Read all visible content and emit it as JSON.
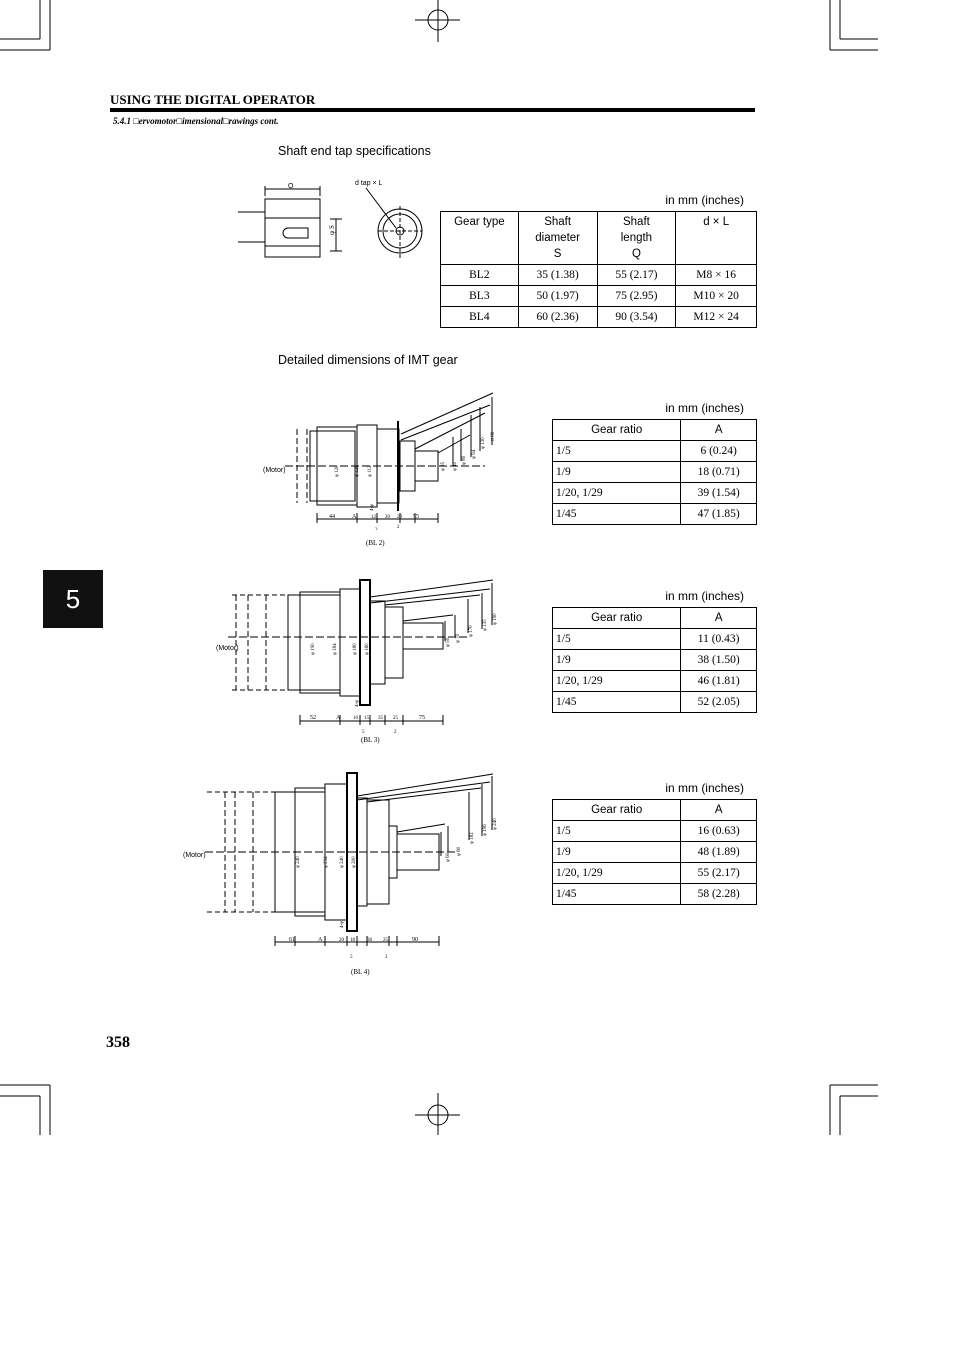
{
  "header": {
    "title": "USING THE DIGITAL OPERATOR",
    "subtitle": "5.4.1 □ervomotor□imensional□rawings cont."
  },
  "shaft_tap": {
    "heading": "Shaft end tap specifications",
    "unit": "in mm (inches)",
    "diagram_labels": {
      "q": "Q",
      "dtap": "d tap × L",
      "phi_s": "φ S"
    },
    "columns": [
      "Gear type",
      "Shaft diameter S",
      "Shaft length Q",
      "d × L"
    ],
    "col_lines": [
      [
        "Gear type"
      ],
      [
        "Shaft",
        "diameter",
        "S"
      ],
      [
        "Shaft",
        "length",
        "Q"
      ],
      [
        "d × L"
      ]
    ],
    "rows": [
      [
        "BL2",
        "35 (1.38)",
        "55 (2.17)",
        "M8 × 16"
      ],
      [
        "BL3",
        "50 (1.97)",
        "75 (2.95)",
        "M10 × 20"
      ],
      [
        "BL4",
        "60 (2.36)",
        "90 (3.54)",
        "M12 × 24"
      ]
    ]
  },
  "imt": {
    "heading": "Detailed dimensions of IMT gear",
    "gears": [
      {
        "unit": "in mm (inches)",
        "columns": [
          "Gear ratio",
          "A"
        ],
        "rows": [
          [
            "1/5",
            "6 (0.24)"
          ],
          [
            "1/9",
            "18 (0.71)"
          ],
          [
            "1/20, 1/29",
            "39 (1.54)"
          ],
          [
            "1/45",
            "47 (1.85)"
          ]
        ],
        "drawing": {
          "caption": "(BL 2)",
          "motor": "(Motor)",
          "bottom_dims": [
            "44",
            "A",
            "12",
            "20",
            "20",
            "55"
          ],
          "under_dims": [
            "3",
            "2"
          ],
          "diameters": [
            "φ 120",
            "φ 126",
            "φ 112",
            "φ 35",
            "φ 45",
            "φ 80",
            "φ 94",
            "φ 130",
            "□ 80"
          ],
          "other": [
            "4-φ"
          ]
        }
      },
      {
        "unit": "in mm (inches)",
        "columns": [
          "Gear ratio",
          "A"
        ],
        "rows": [
          [
            "1/5",
            "11 (0.43)"
          ],
          [
            "1/9",
            "38 (1.50)"
          ],
          [
            "1/20, 1/29",
            "46 (1.81)"
          ],
          [
            "1/45",
            "52 (2.05)"
          ]
        ],
        "drawing": {
          "caption": "(BL 3)",
          "motor": "(Motor)",
          "bottom_dims": [
            "52",
            "A",
            "16",
            "15",
            "35",
            "25",
            "75"
          ],
          "under_dims": [
            "5",
            "2"
          ],
          "diameters": [
            "φ 190",
            "φ 184",
            "φ 180",
            "φ 160",
            "φ 50",
            "φ 70",
            "φ 170",
            "φ 135",
            "φ 190"
          ],
          "other": [
            "4-φ"
          ]
        }
      },
      {
        "unit": "in mm (inches)",
        "columns": [
          "Gear ratio",
          "A"
        ],
        "rows": [
          [
            "1/5",
            "16 (0.63)"
          ],
          [
            "1/9",
            "48 (1.89)"
          ],
          [
            "1/20, 1/29",
            "55 (2.17)"
          ],
          [
            "1/45",
            "58 (2.28)"
          ]
        ],
        "drawing": {
          "caption": "(BL 4)",
          "motor": "(Motor)",
          "bottom_dims": [
            "61",
            "A",
            "20",
            "18",
            "38",
            "25",
            "90"
          ],
          "under_dims": [
            "5",
            "2"
          ],
          "diameters": [
            "φ 240",
            "φ 234",
            "φ 240",
            "φ 200",
            "φ 60",
            "φ 80",
            "φ 182",
            "φ 196",
            "φ 240"
          ],
          "other": [
            "4-φ"
          ]
        }
      }
    ]
  },
  "tab": {
    "chapter": "5"
  },
  "page_number": "358"
}
